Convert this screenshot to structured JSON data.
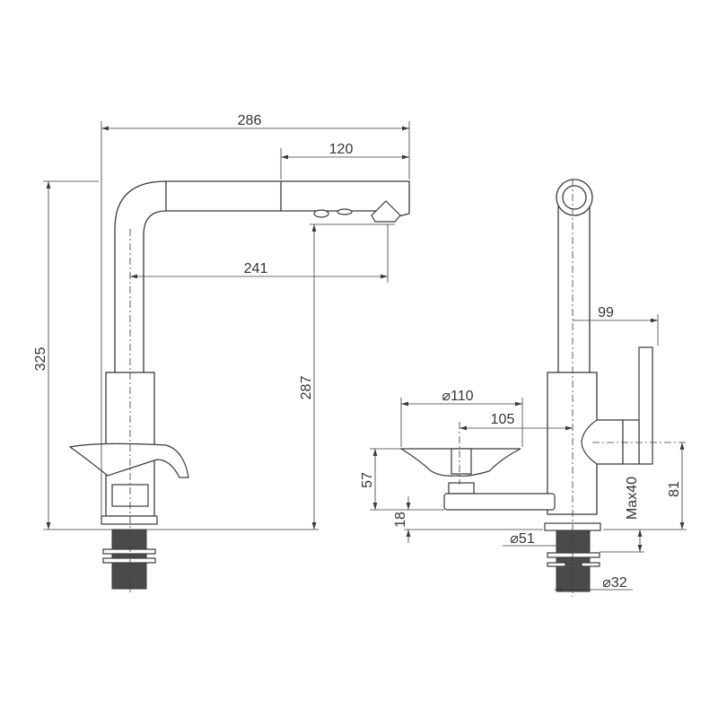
{
  "title": "Faucet dimension drawing",
  "front_view": {
    "overall_width": "286",
    "spout_length": "120",
    "reach": "241",
    "spout_height": "287",
    "overall_height": "325"
  },
  "side_view": {
    "handle_offset": "99",
    "dish_diameter": "⌀110",
    "dish_offset": "105",
    "dish_height": "57",
    "arm_height": "18",
    "base_diameter": "⌀51",
    "max_deck_thickness": "Max40",
    "handle_height": "81",
    "shank_diameter": "⌀32"
  }
}
